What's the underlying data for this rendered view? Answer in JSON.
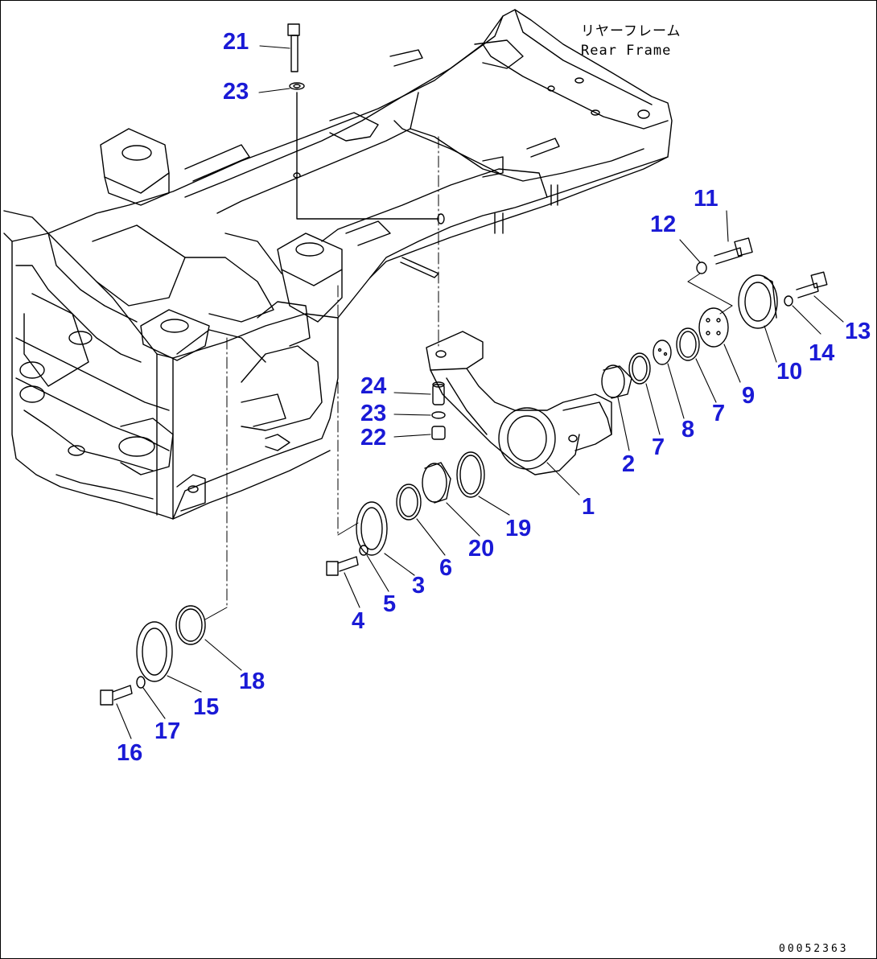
{
  "diagram": {
    "caption_jp": "リヤーフレーム",
    "caption_en": "Rear Frame",
    "document_number": "00052363",
    "callouts": {
      "c1": "1",
      "c2": "2",
      "c3": "3",
      "c4": "4",
      "c5": "5",
      "c6": "6",
      "c7a": "7",
      "c7b": "7",
      "c8": "8",
      "c9": "9",
      "c10": "10",
      "c11": "11",
      "c12": "12",
      "c13": "13",
      "c14": "14",
      "c15": "15",
      "c16": "16",
      "c17": "17",
      "c18": "18",
      "c19": "19",
      "c20": "20",
      "c21": "21",
      "c22": "22",
      "c23a": "23",
      "c23b": "23",
      "c24": "24"
    },
    "colors": {
      "callout": "#1a1ad6",
      "linework": "#000000",
      "background": "#ffffff"
    }
  }
}
